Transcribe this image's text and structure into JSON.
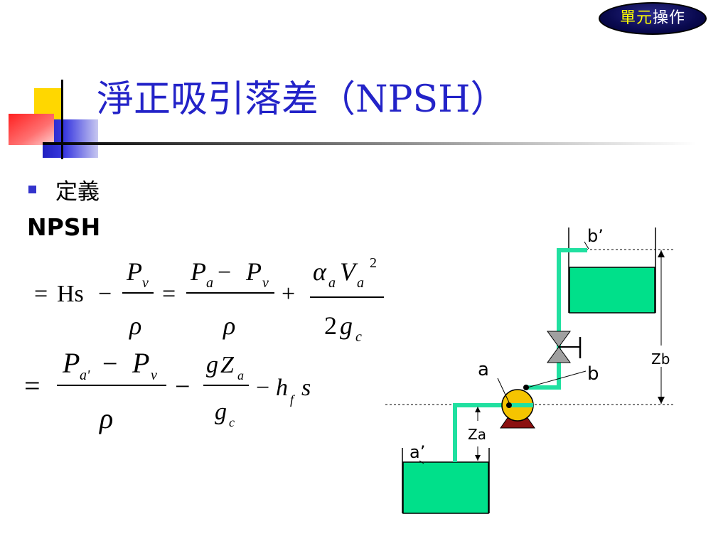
{
  "badge": {
    "part1": "單元",
    "part2": "操作"
  },
  "title": "淨正吸引落差（NPSH）",
  "bullet": {
    "text": "定義"
  },
  "npsh_label": "NPSH",
  "equation1": {
    "eq": "=",
    "hs": "Hs",
    "minus": "−",
    "P": "P",
    "v": "v",
    "rho": "ρ",
    "a": "a",
    "plus": "+",
    "alpha": "α",
    "V": "V",
    "two": "2",
    "g": "g",
    "c": "c"
  },
  "equation2": {
    "eq": "=",
    "P": "P",
    "a_prime": "a'",
    "v": "v",
    "minus": "−",
    "rho": "ρ",
    "g": "g",
    "Z": "Z",
    "a": "a",
    "c": "c",
    "h": "h",
    "f": "f",
    "s": "s"
  },
  "diagram": {
    "label_b_prime": "b’",
    "label_a": "a",
    "label_b": "b",
    "label_zb": "Zb",
    "label_za": "Za",
    "label_a_prime": "a’",
    "colors": {
      "tank": "#00e08a",
      "pipe": "#20e0a0",
      "pump": "#f5c400",
      "base": "#8b1010",
      "valve": "#a0a0a0"
    }
  }
}
